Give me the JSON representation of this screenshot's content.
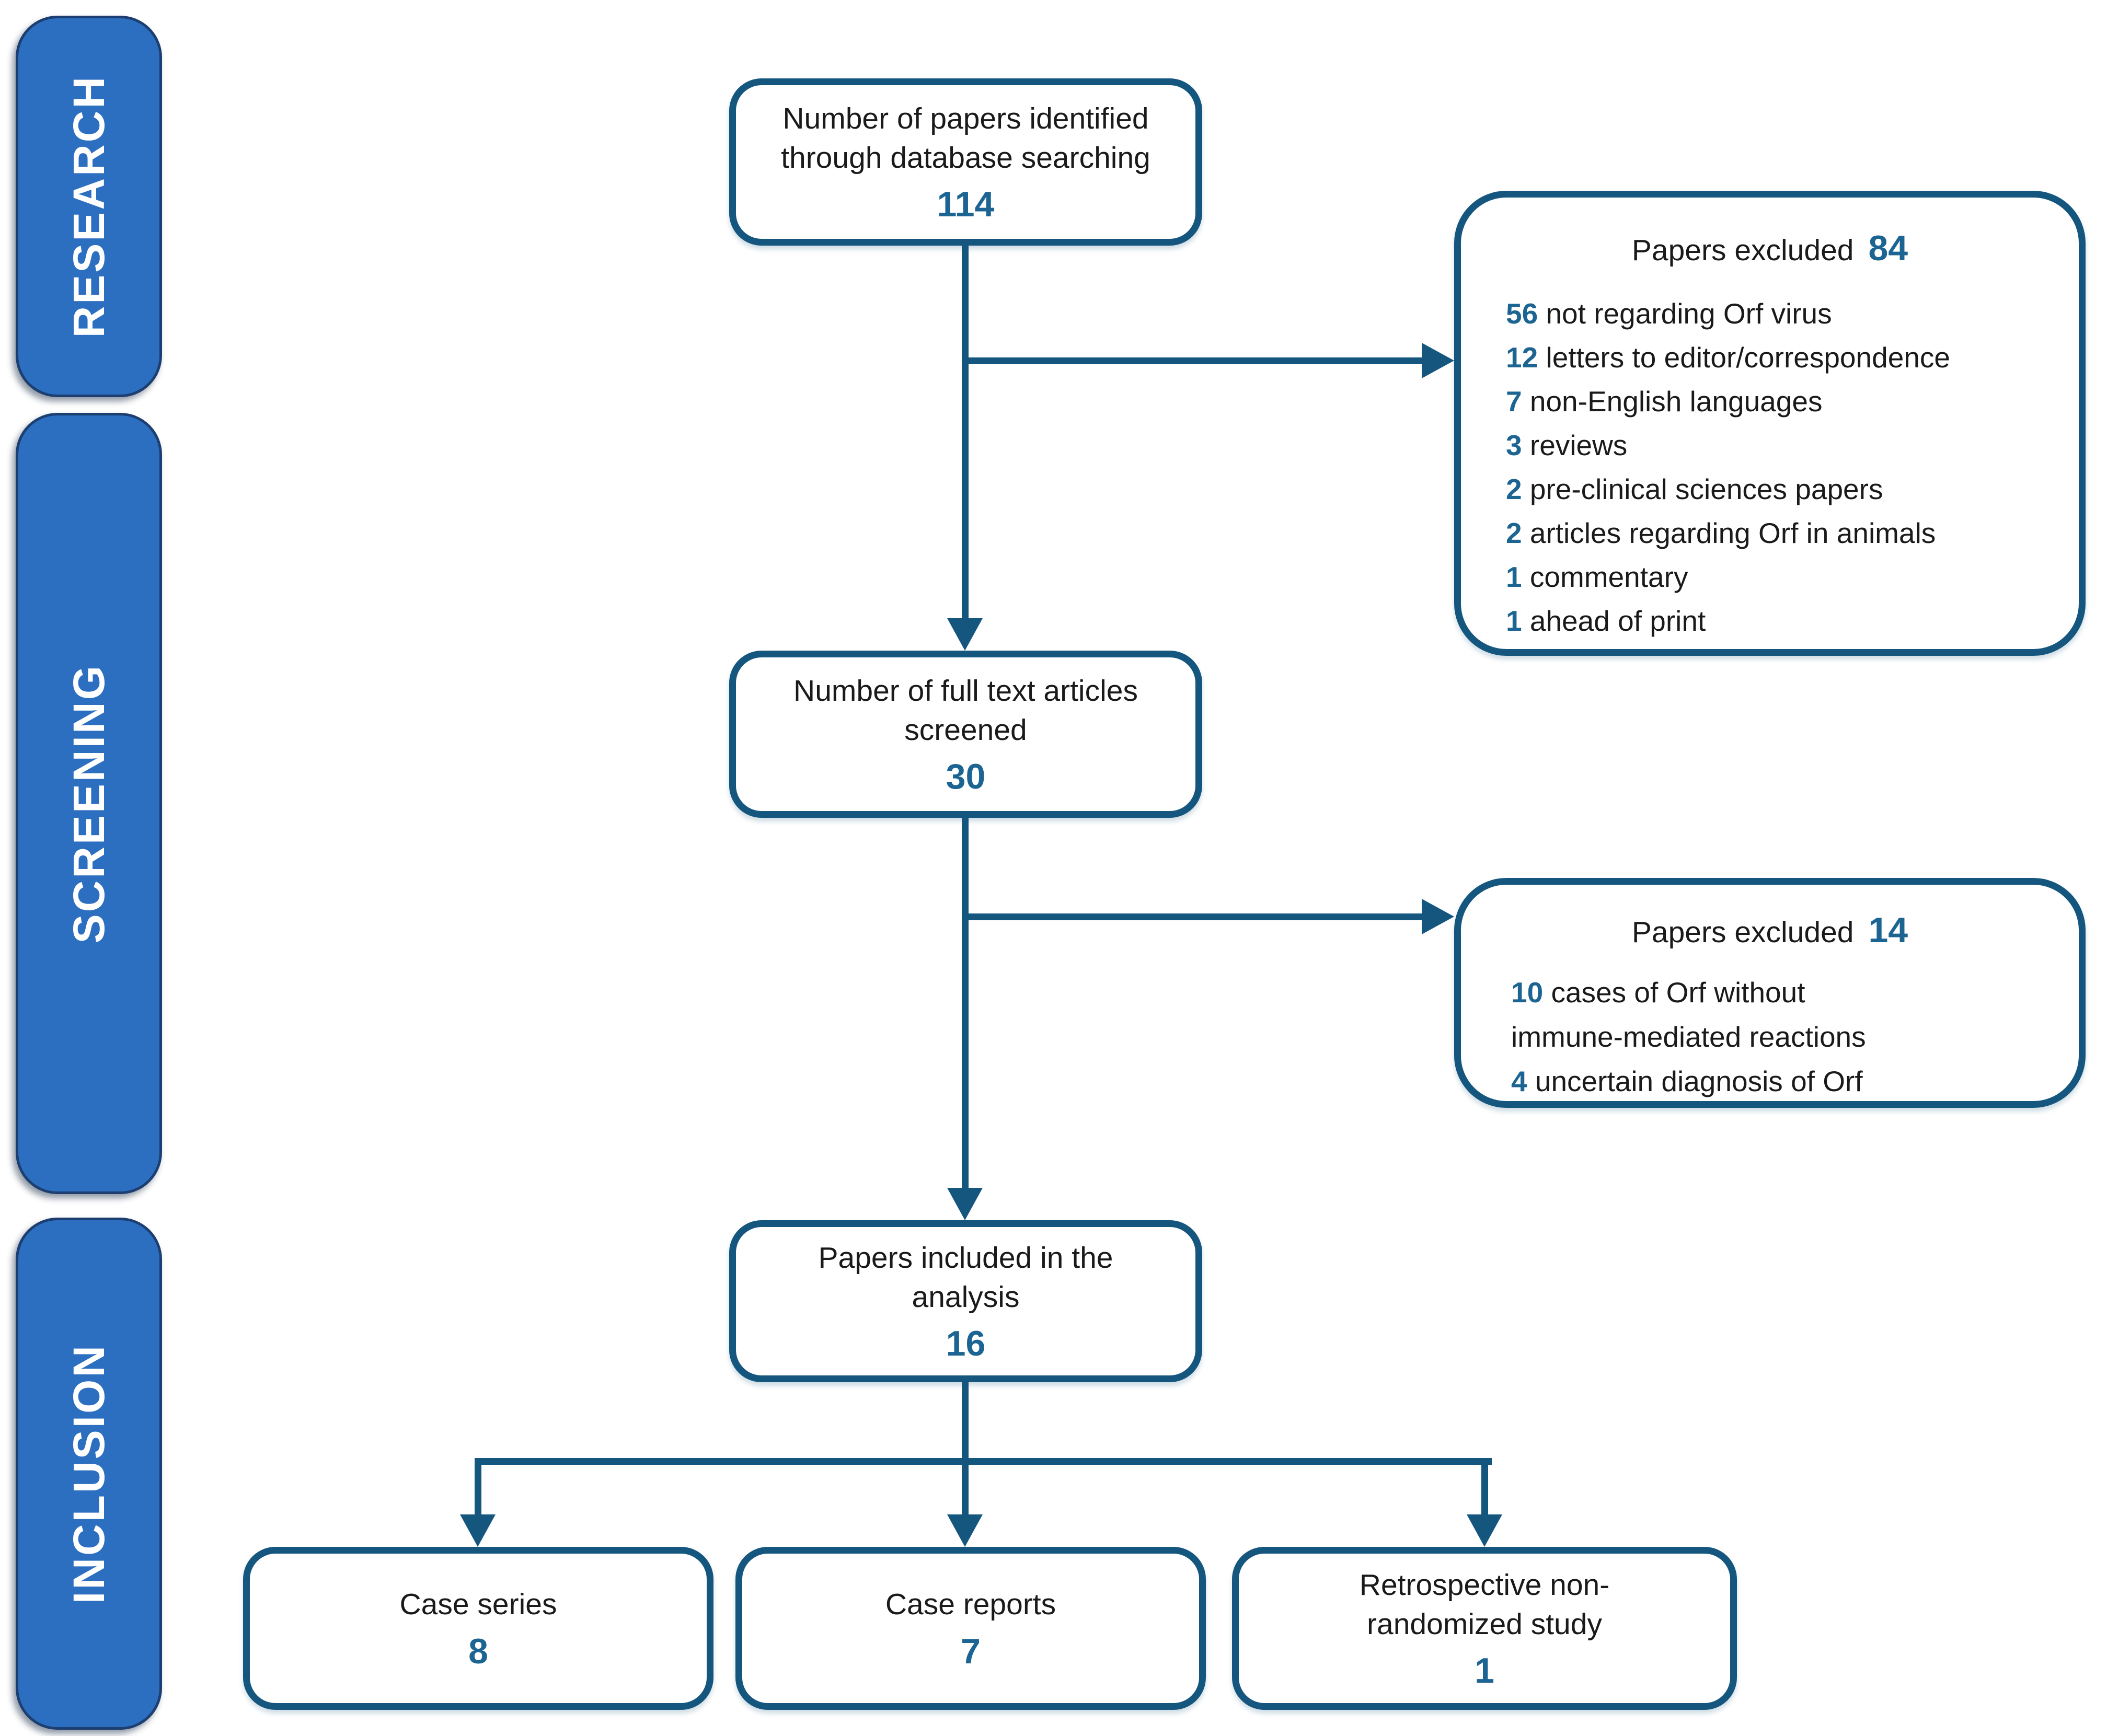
{
  "palette": {
    "accent_teal": "#15567F",
    "number_blue": "#1C6492",
    "sidebar_blue": "#2C6FC0",
    "sidebar_border": "#1C3E70"
  },
  "sidebar": {
    "stages": [
      {
        "label": "RESEARCH"
      },
      {
        "label": "SCREENING"
      },
      {
        "label": "INCLUSION"
      }
    ]
  },
  "flow": {
    "identified": {
      "label": "Number of papers identified through database searching",
      "value": "114"
    },
    "screened": {
      "label": "Number of full text articles screened",
      "value": "30"
    },
    "included": {
      "label": "Papers included in the analysis",
      "value": "16"
    }
  },
  "excluded_first": {
    "title": "Papers excluded",
    "value": "84",
    "items": [
      {
        "n": "56",
        "text": "not regarding Orf virus"
      },
      {
        "n": "12",
        "text": "letters to editor/correspondence"
      },
      {
        "n": "7",
        "text": "non-English languages"
      },
      {
        "n": "3",
        "text": "reviews"
      },
      {
        "n": "2",
        "text": "pre-clinical sciences papers"
      },
      {
        "n": "2",
        "text": "articles regarding Orf in animals"
      },
      {
        "n": "1",
        "text": "commentary"
      },
      {
        "n": "1",
        "text": "ahead of print"
      }
    ]
  },
  "excluded_second": {
    "title": "Papers excluded",
    "value": "14",
    "items": [
      {
        "n": "10",
        "text": "cases of Orf without immune-mediated reactions"
      },
      {
        "n": "4",
        "text": "uncertain diagnosis of Orf"
      }
    ]
  },
  "outcomes": [
    {
      "label": "Case series",
      "value": "8"
    },
    {
      "label": "Case reports",
      "value": "7"
    },
    {
      "label": "Retrospective non-randomized study",
      "value": "1"
    }
  ]
}
